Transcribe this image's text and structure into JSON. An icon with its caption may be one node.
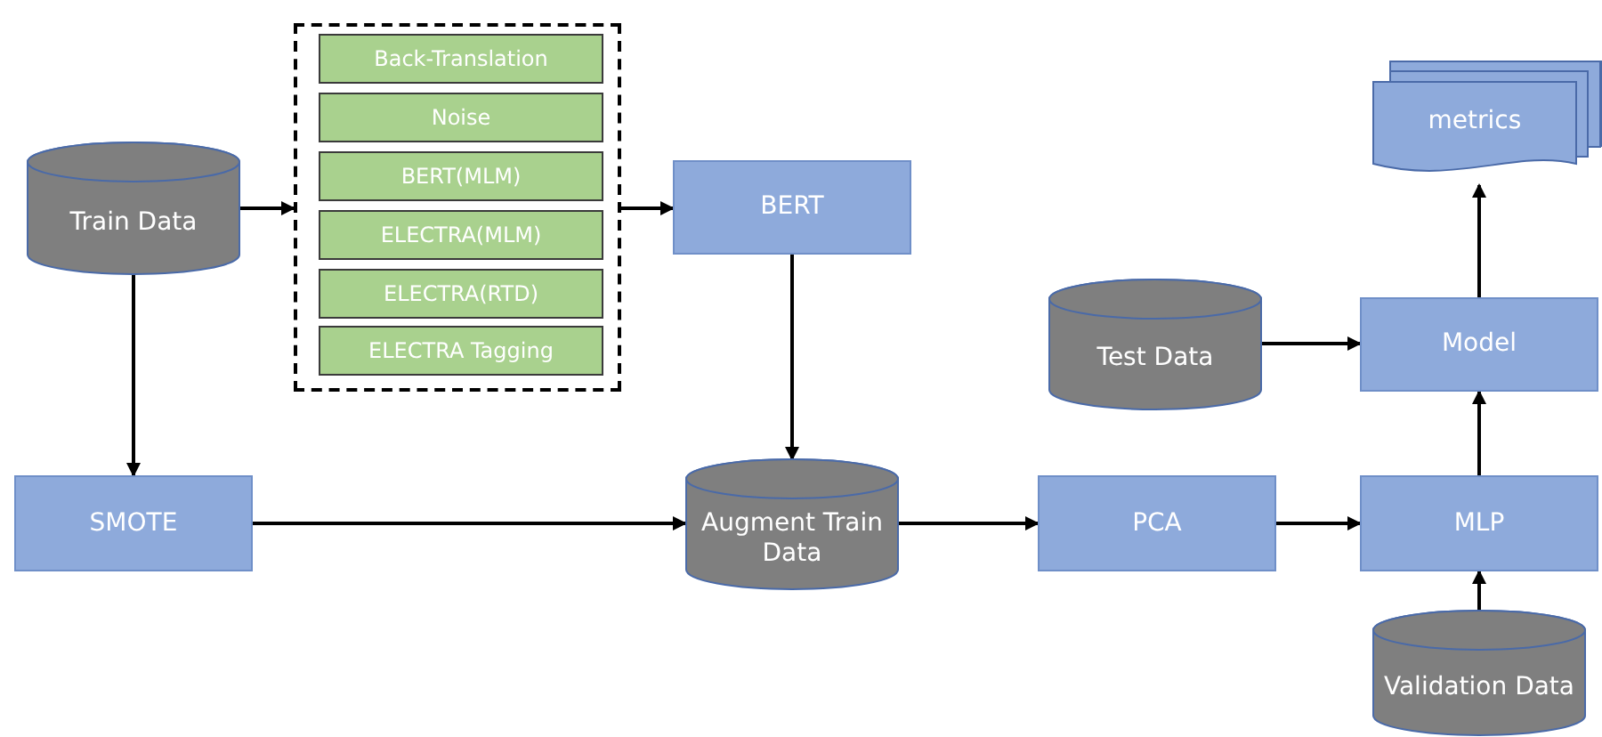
{
  "diagram": {
    "nodes": [
      {
        "text": [
          "Train Data"
        ]
      },
      {
        "text": [],
        "shape": "box"
      },
      {
        "text": [
          "Back-Translation"
        ],
        "in": 1
      },
      {
        "text": [
          "Noise"
        ],
        "in": 1
      },
      {
        "text": [
          "BERT(MLM)"
        ],
        "in": 1
      },
      {
        "text": [
          "ELECTRA(MLM)"
        ],
        "in": 1
      },
      {
        "text": [
          "ELECTRA(RTD)"
        ],
        "in": 1
      },
      {
        "text": [
          "ELECTRA Tagging"
        ],
        "in": 1
      },
      {
        "text": [
          "BERT"
        ]
      },
      {
        "text": [
          "SMOTE"
        ]
      },
      {
        "text": [
          "Augment Train Data"
        ]
      },
      {
        "text": [
          "PCA"
        ]
      },
      {
        "text": [
          "MLP"
        ]
      },
      {
        "text": [
          "Test Data"
        ]
      },
      {
        "text": [
          "Model"
        ]
      },
      {
        "text": [
          "metrics"
        ]
      },
      {
        "text": [
          "Validation Data"
        ]
      }
    ],
    "edges": [
      {
        "from": 0,
        "to": 1,
        "arrow": "to"
      },
      {
        "from": 1,
        "to": 8,
        "arrow": "to"
      },
      {
        "from": 0,
        "to": 9,
        "arrow": "to"
      },
      {
        "from": 8,
        "to": 10,
        "arrow": "to"
      },
      {
        "from": 9,
        "to": 10,
        "arrow": "to"
      },
      {
        "from": 10,
        "to": 11,
        "arrow": "to"
      },
      {
        "from": 11,
        "to": 12,
        "arrow": "to"
      },
      {
        "from": 13,
        "to": 14,
        "arrow": "to"
      },
      {
        "from": 12,
        "to": 14,
        "arrow": "to"
      },
      {
        "from": 14,
        "to": 15,
        "arrow": "to"
      },
      {
        "from": 16,
        "to": 12,
        "arrow": "to"
      }
    ]
  }
}
